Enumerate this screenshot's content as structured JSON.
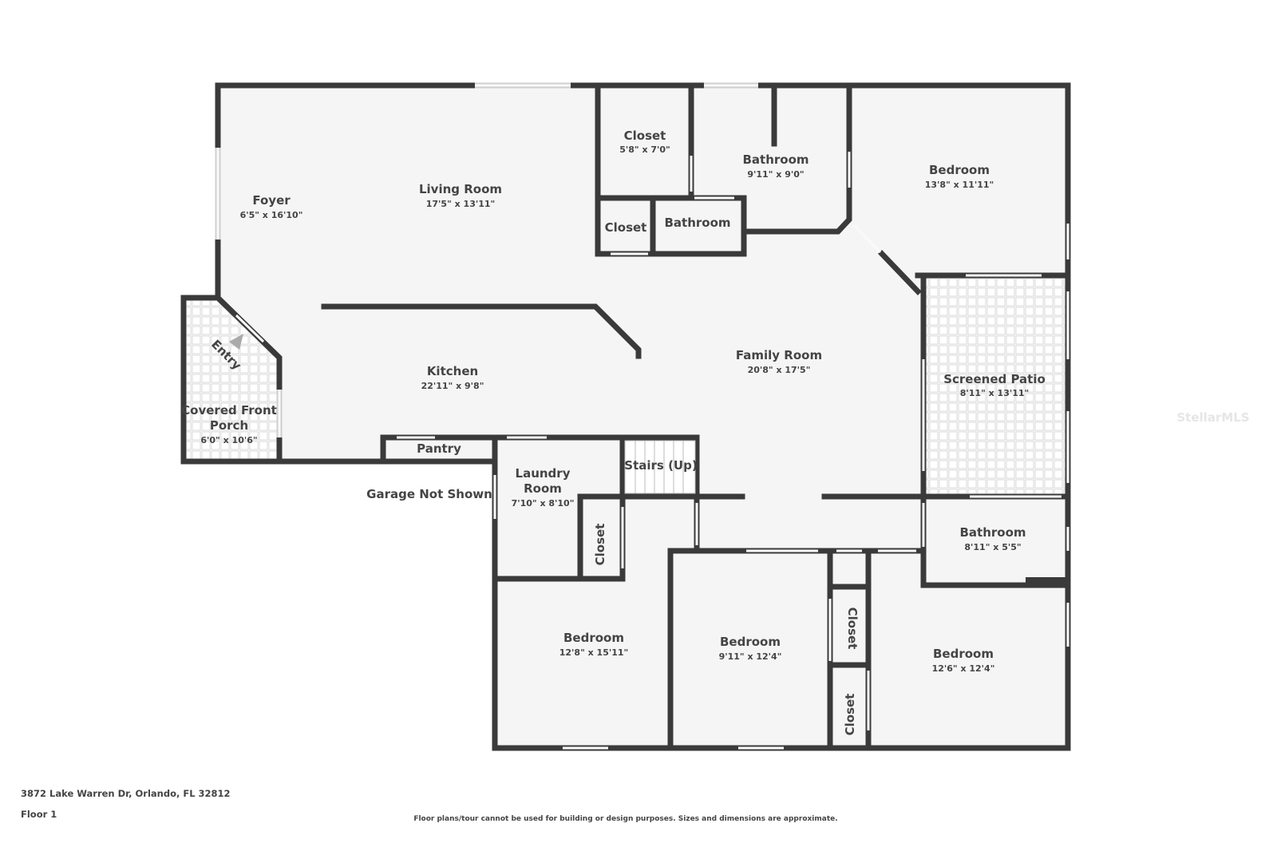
{
  "rooms": {
    "foyer": {
      "name": "Foyer",
      "dim": "6'5\" x 16'10\""
    },
    "living": {
      "name": "Living Room",
      "dim": "17'5\" x 13'11\""
    },
    "closet1": {
      "name": "Closet",
      "dim": "5'8\" x 7'0\""
    },
    "bath1": {
      "name": "Bathroom",
      "dim": "9'11\" x 9'0\""
    },
    "bedroom1": {
      "name": "Bedroom",
      "dim": "13'8\" x 11'11\""
    },
    "closet2": {
      "name": "Closet"
    },
    "bath2": {
      "name": "Bathroom"
    },
    "kitchen": {
      "name": "Kitchen",
      "dim": "22'11\" x 9'8\""
    },
    "family": {
      "name": "Family Room",
      "dim": "20'8\" x 17'5\""
    },
    "patio": {
      "name": "Screened Patio",
      "dim": "8'11\" x 13'11\""
    },
    "porch": {
      "name1": "Covered Front",
      "name2": "Porch",
      "dim": "6'0\" x 10'6\""
    },
    "entry": {
      "name": "Entry"
    },
    "pantry": {
      "name": "Pantry"
    },
    "laundry": {
      "name1": "Laundry",
      "name2": "Room",
      "dim": "7'10\" x 8'10\""
    },
    "stairs": {
      "name": "Stairs (Up)"
    },
    "closet3": {
      "name": "Closet"
    },
    "bath3": {
      "name": "Bathroom",
      "dim": "8'11\" x 5'5\""
    },
    "bedroom2": {
      "name": "Bedroom",
      "dim": "12'8\" x 15'11\""
    },
    "bedroom3": {
      "name": "Bedroom",
      "dim": "9'11\" x 12'4\""
    },
    "closet4": {
      "name": "Closet"
    },
    "closet5": {
      "name": "Closet"
    },
    "bedroom4": {
      "name": "Bedroom",
      "dim": "12'6\" x 12'4\""
    }
  },
  "garage_note": "Garage Not Shown",
  "address": "3872 Lake Warren Dr, Orlando, FL 32812",
  "floor": "Floor 1",
  "disclaimer": "Floor plans/tour cannot be used for building or design purposes. Sizes and dimensions are approximate.",
  "watermark": "StellarMLS",
  "colors": {
    "wall": "#3a3a3a",
    "floor": "#f5f5f5",
    "text": "#444444"
  }
}
